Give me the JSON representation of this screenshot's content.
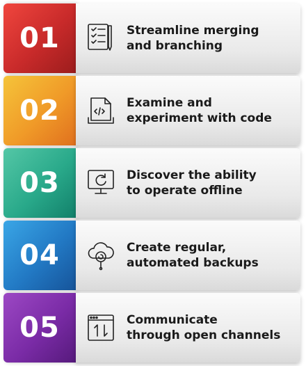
{
  "steps": [
    {
      "number": "01",
      "line1": "Streamline merging",
      "line2": "and branching",
      "icon": "checklist-icon",
      "color": "#c82a2a"
    },
    {
      "number": "02",
      "line1": "Examine and",
      "line2": "experiment with code",
      "icon": "code-file-icon",
      "color": "#f09a28"
    },
    {
      "number": "03",
      "line1": "Discover the ability",
      "line2": "to operate offline",
      "icon": "monitor-refresh-icon",
      "color": "#29a98a"
    },
    {
      "number": "04",
      "line1": "Create regular,",
      "line2": "automated backups",
      "icon": "cloud-backup-icon",
      "color": "#2279c4"
    },
    {
      "number": "05",
      "line1": "Communicate",
      "line2": "through open channels",
      "icon": "transfer-window-icon",
      "color": "#7a2ba6"
    }
  ]
}
